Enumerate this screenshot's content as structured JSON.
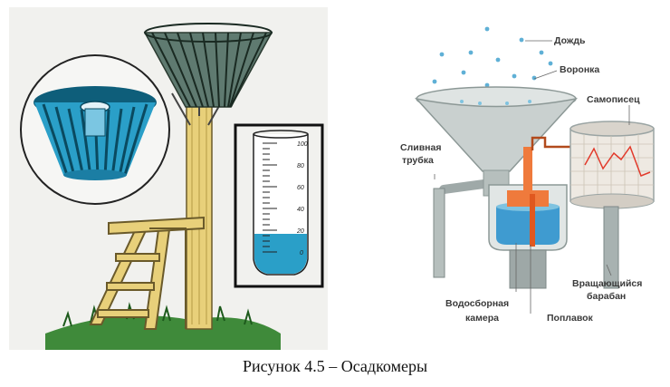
{
  "left_illustration": {
    "gauge_scale": {
      "ticks": [
        "100",
        "80",
        "60",
        "40",
        "20",
        "0"
      ]
    }
  },
  "right_diagram": {
    "labels": {
      "rain": "Дождь",
      "funnel": "Воронка",
      "recorder": "Самописец",
      "drain_tube": [
        "Сливная",
        "трубка"
      ],
      "rotating_drum": [
        "Вращающийся",
        "барабан"
      ],
      "collection_chamber": [
        "Водосборная",
        "камера"
      ],
      "float": "Поплавок"
    }
  },
  "caption": "Рисунок 4.5 – Осадкомеры"
}
